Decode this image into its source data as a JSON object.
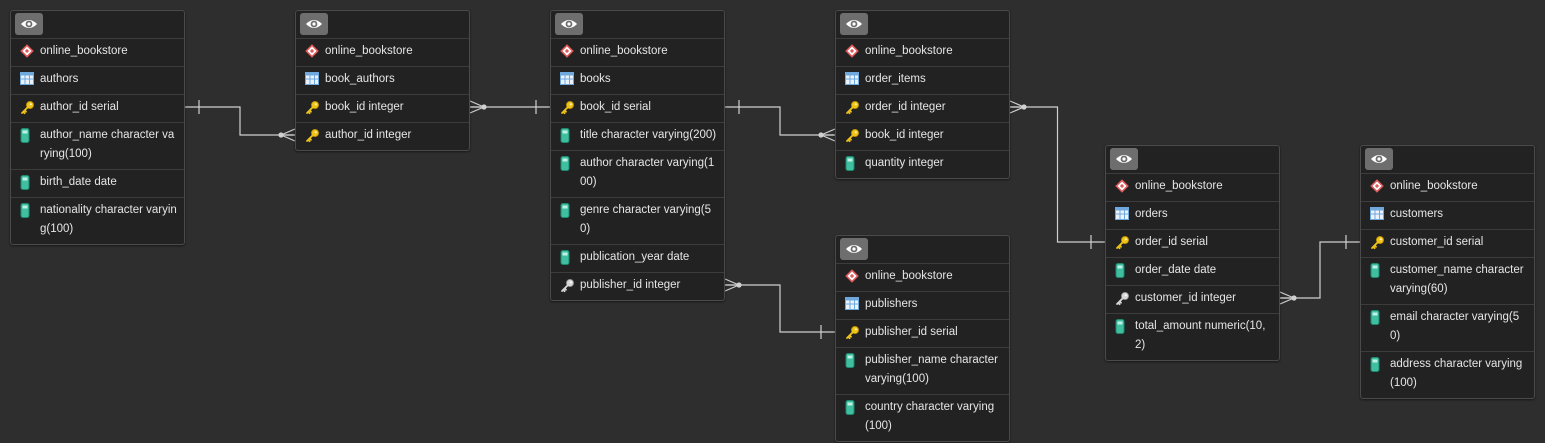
{
  "tables": [
    {
      "id": "authors",
      "schema": "online_bookstore",
      "name": "authors",
      "columns": [
        {
          "text": "author_id serial",
          "kind": "primary-key"
        },
        {
          "text": "author_name character varying(100)",
          "kind": "column"
        },
        {
          "text": "birth_date date",
          "kind": "column"
        },
        {
          "text": "nationality character varying(100)",
          "kind": "column"
        }
      ]
    },
    {
      "id": "book_authors",
      "schema": "online_bookstore",
      "name": "book_authors",
      "columns": [
        {
          "text": "book_id integer",
          "kind": "primary-key"
        },
        {
          "text": "author_id integer",
          "kind": "primary-key"
        }
      ]
    },
    {
      "id": "books",
      "schema": "online_bookstore",
      "name": "books",
      "columns": [
        {
          "text": "book_id serial",
          "kind": "primary-key"
        },
        {
          "text": "title character varying(200)",
          "kind": "column"
        },
        {
          "text": "author character varying(100)",
          "kind": "column"
        },
        {
          "text": "genre character varying(50)",
          "kind": "column"
        },
        {
          "text": "publication_year date",
          "kind": "column"
        },
        {
          "text": "publisher_id integer",
          "kind": "foreign-key"
        }
      ]
    },
    {
      "id": "order_items",
      "schema": "online_bookstore",
      "name": "order_items",
      "columns": [
        {
          "text": "order_id integer",
          "kind": "primary-key"
        },
        {
          "text": "book_id integer",
          "kind": "primary-key"
        },
        {
          "text": "quantity integer",
          "kind": "column"
        }
      ]
    },
    {
      "id": "publishers",
      "schema": "online_bookstore",
      "name": "publishers",
      "columns": [
        {
          "text": "publisher_id serial",
          "kind": "primary-key"
        },
        {
          "text": "publisher_name character varying(100)",
          "kind": "column"
        },
        {
          "text": "country character varying(100)",
          "kind": "column"
        }
      ]
    },
    {
      "id": "orders",
      "schema": "online_bookstore",
      "name": "orders",
      "columns": [
        {
          "text": "order_id serial",
          "kind": "primary-key"
        },
        {
          "text": "order_date date",
          "kind": "column"
        },
        {
          "text": "customer_id integer",
          "kind": "foreign-key"
        },
        {
          "text": "total_amount numeric(10,2)",
          "kind": "column"
        }
      ]
    },
    {
      "id": "customers",
      "schema": "online_bookstore",
      "name": "customers",
      "columns": [
        {
          "text": "customer_id serial",
          "kind": "primary-key"
        },
        {
          "text": "customer_name character varying(60)",
          "kind": "column"
        },
        {
          "text": "email character varying(50)",
          "kind": "column"
        },
        {
          "text": "address character varying(100)",
          "kind": "column"
        }
      ]
    }
  ],
  "relationships": [
    {
      "from": "authors.author_id",
      "to": "book_authors.author_id",
      "cardinality": "one-to-many"
    },
    {
      "from": "books.book_id",
      "to": "book_authors.book_id",
      "cardinality": "one-to-many"
    },
    {
      "from": "books.book_id",
      "to": "order_items.book_id",
      "cardinality": "one-to-many"
    },
    {
      "from": "orders.order_id",
      "to": "order_items.order_id",
      "cardinality": "one-to-many"
    },
    {
      "from": "publishers.publisher_id",
      "to": "books.publisher_id",
      "cardinality": "one-to-many"
    },
    {
      "from": "customers.customer_id",
      "to": "orders.customer_id",
      "cardinality": "one-to-many"
    }
  ],
  "colors": {
    "background": "#2e2e2e",
    "node_background": "#222222",
    "link": "#d0d0d0",
    "schema_icon": "#e05a5a",
    "table_icon": "#6fa8dc",
    "key_icon": "#f0c419",
    "column_icon": "#3fbfa0"
  }
}
